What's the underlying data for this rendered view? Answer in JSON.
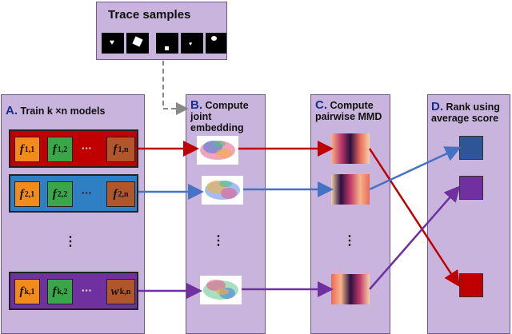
{
  "trace": {
    "title": "Trace samples"
  },
  "panelA": {
    "letter": "A.",
    "title": "Train k ×n models"
  },
  "panelB": {
    "letter": "B.",
    "title_line1": "Compute",
    "title_line2": "joint embedding"
  },
  "panelC": {
    "letter": "C.",
    "title_line1": "Compute",
    "title_line2": "pairwise MMD"
  },
  "panelD": {
    "letter": "D.",
    "title_line1": "Rank using",
    "title_line2": "average score"
  },
  "rows": [
    {
      "c1": "f",
      "s1": "1,1",
      "c2": "f",
      "s2": "1,2",
      "dots": "···",
      "c3": "f",
      "s3": "1,n"
    },
    {
      "c1": "f",
      "s1": "2,1",
      "c2": "f",
      "s2": "2,2",
      "dots": "···",
      "c3": "f",
      "s3": "2,n"
    },
    {
      "c1": "f",
      "s1": "k,1",
      "c2": "f",
      "s2": "k,2",
      "dots": "···",
      "c3": "w",
      "s3": "k,n"
    }
  ],
  "vdots": "⋮",
  "colors": {
    "row1": "#c00000",
    "row2": "#2f7fc4",
    "row3": "#7030a0",
    "orange": "#f28a1c",
    "green": "#3aa64a",
    "brown": "#b0562b",
    "rankBlue": "#2e5597",
    "rankPurple": "#7030a0",
    "rankRed": "#c00000"
  }
}
